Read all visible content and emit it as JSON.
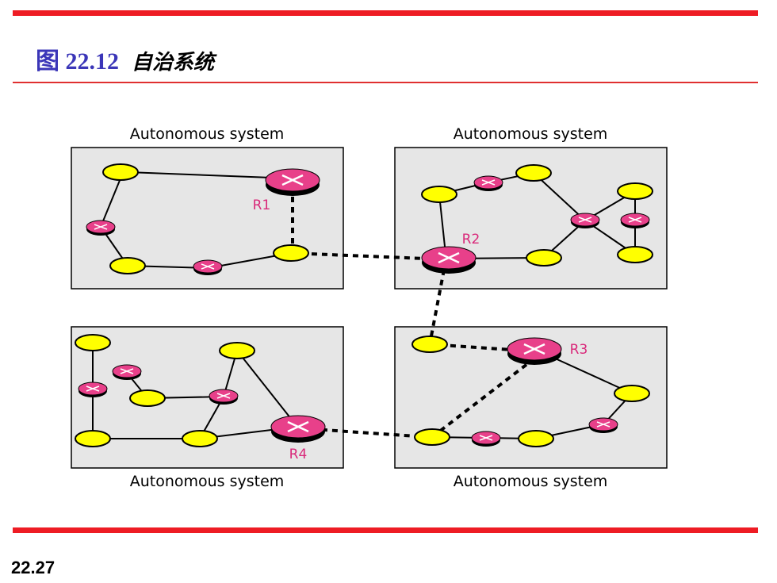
{
  "slide": {
    "figure_label": "图 22.12",
    "figure_title": "自治系统",
    "page_number": "22.27"
  },
  "diagram": {
    "systems": [
      {
        "label": "Autonomous system"
      },
      {
        "label": "Autonomous system"
      },
      {
        "label": "Autonomous system"
      },
      {
        "label": "Autonomous system"
      }
    ],
    "routers": [
      {
        "label": "R1"
      },
      {
        "label": "R2"
      },
      {
        "label": "R3"
      },
      {
        "label": "R4"
      }
    ]
  },
  "colors": {
    "accent_bar": "#ee1c24",
    "title": "#3b36b8",
    "router": "#e8408a",
    "host": "#ffff00",
    "box": "#e6e6e6"
  }
}
